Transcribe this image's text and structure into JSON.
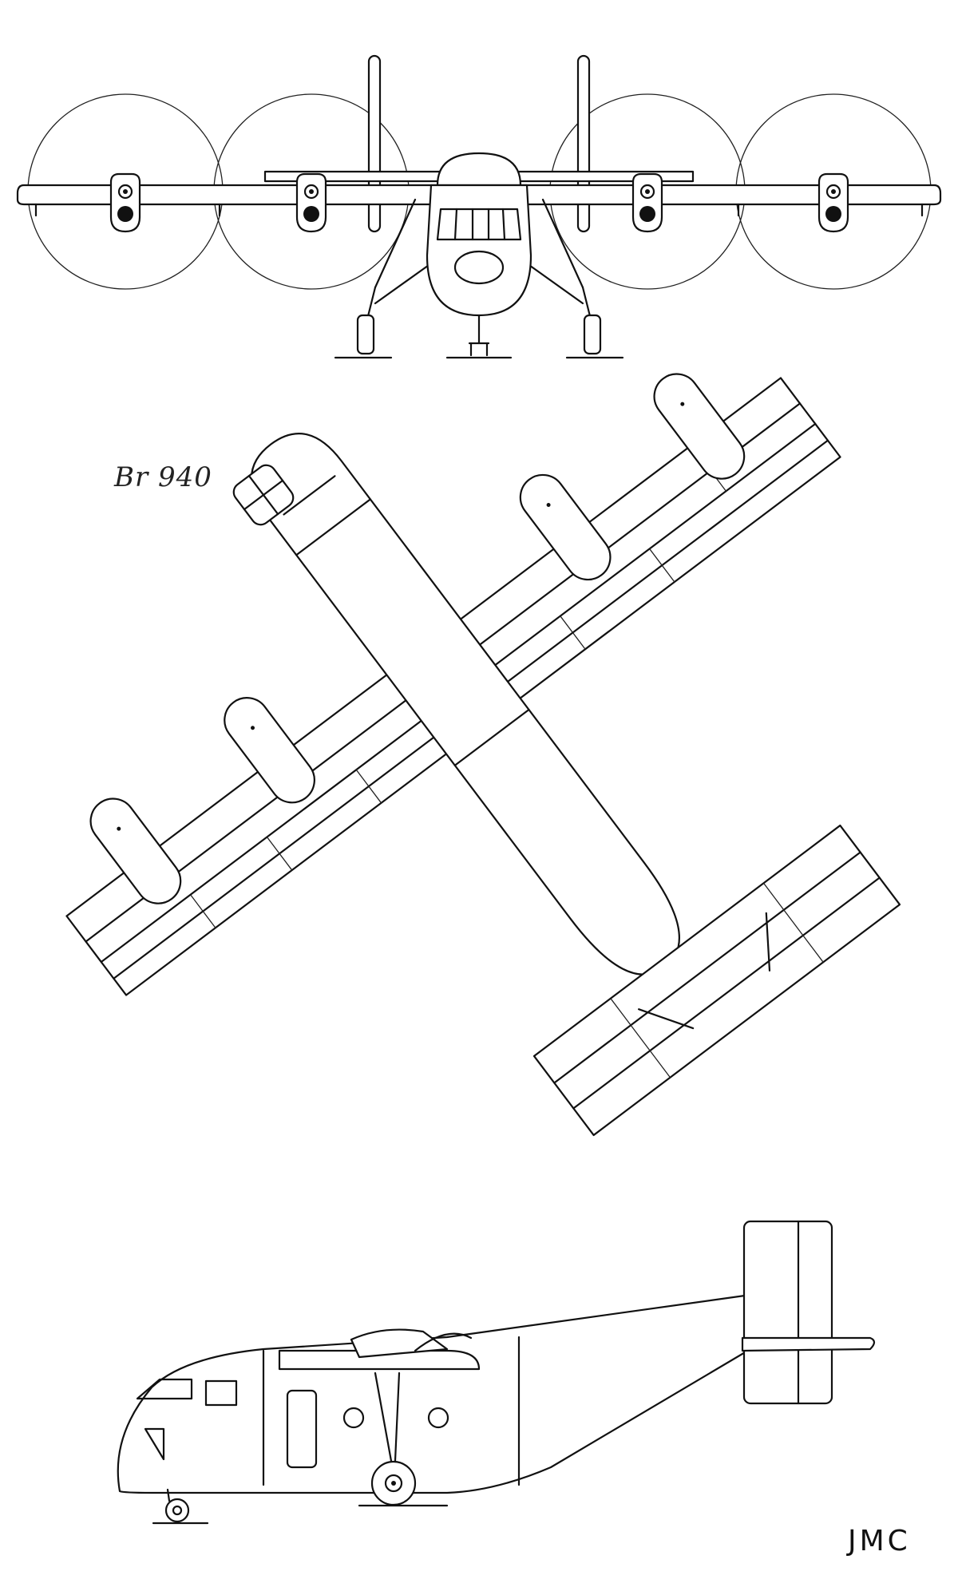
{
  "drawing": {
    "model_label": "Br 940",
    "credit": "JMC",
    "views": [
      "front-view",
      "top-view",
      "side-view"
    ]
  }
}
